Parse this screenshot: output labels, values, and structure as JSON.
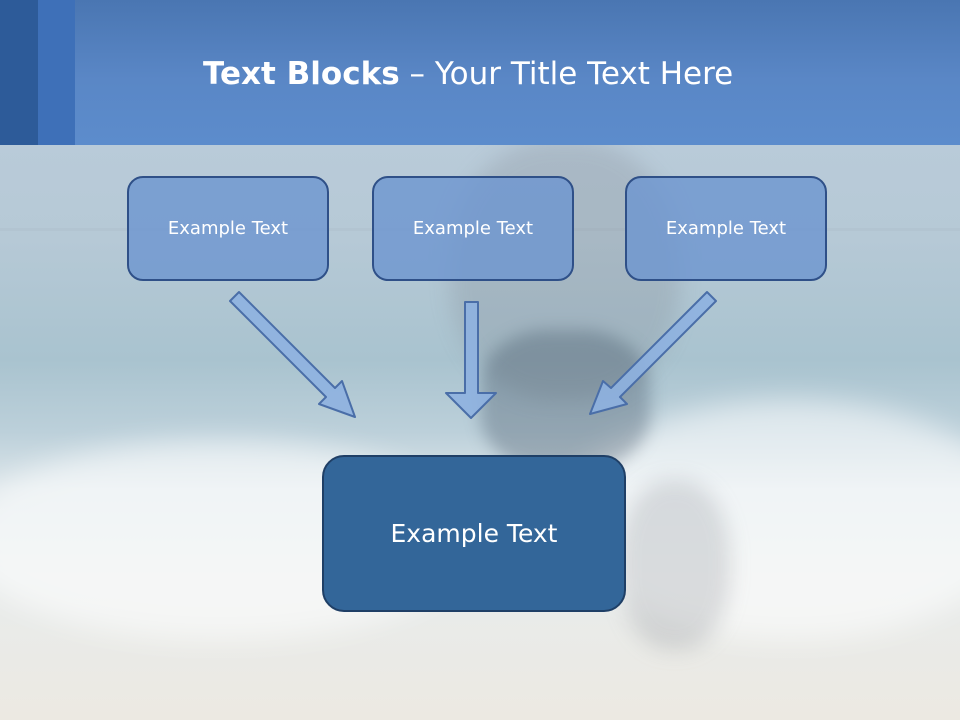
{
  "title": {
    "bold": "Text Blocks",
    "rest": " – Your Title Text Here"
  },
  "diagram": {
    "source_boxes": [
      {
        "label": "Example Text"
      },
      {
        "label": "Example Text"
      },
      {
        "label": "Example Text"
      }
    ],
    "target_box": {
      "label": "Example Text"
    },
    "arrows": [
      {
        "from": "source_box_1",
        "to": "target_box"
      },
      {
        "from": "source_box_2",
        "to": "target_box"
      },
      {
        "from": "source_box_3",
        "to": "target_box"
      }
    ]
  },
  "colors": {
    "header": "#5a87c6",
    "box_fill": "#6e96d0",
    "box_border": "#2f5088",
    "target_fill": "#336699",
    "arrow_fill": "#8eb1e0",
    "arrow_stroke": "#4a6ea8"
  }
}
